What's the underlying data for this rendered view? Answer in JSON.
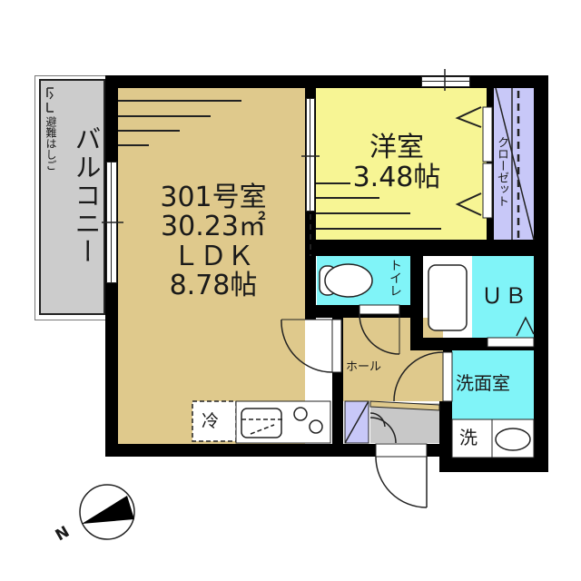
{
  "floorplan": {
    "unit": {
      "number_label": "301号室",
      "area_label": "30.23㎡",
      "type_label": "ＬＤＫ",
      "size_label": "8.78帖"
    },
    "rooms": {
      "ldk": {
        "label_lines": [
          "301号室",
          "30.23㎡",
          "ＬＤＫ",
          "8.78帖"
        ]
      },
      "western_room": {
        "name": "洋室",
        "size": "3.48帖"
      },
      "closet": {
        "name": "クローゼット"
      },
      "toilet": {
        "name": "トイレ"
      },
      "unit_bath": {
        "name": "ＵＢ"
      },
      "washroom": {
        "name": "洗面室"
      },
      "washer": {
        "name": "洗"
      },
      "hall": {
        "name": "ホール"
      },
      "balcony": {
        "name": "バルコニー",
        "escape_label": "避難はしご"
      },
      "fridge": {
        "name": "冷"
      }
    },
    "compass": {
      "label": "N"
    },
    "colors": {
      "ldk": "#dfc98c",
      "western_room": "#f7f594",
      "closet": "#c8c8f8",
      "wet_area": "#80f4f8",
      "balcony": "#cccccc",
      "entrance": "#c8c8c8",
      "wall": "#000000"
    }
  }
}
